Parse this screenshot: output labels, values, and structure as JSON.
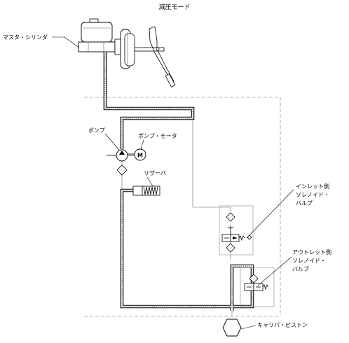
{
  "title": "減圧モード",
  "labels": {
    "master_cylinder": "マスタ・シリンダ",
    "pump": "ポンプ",
    "pump_motor": "ポンプ・モータ",
    "motor_symbol": "M",
    "reservoir": "リザーバ",
    "inlet_valve": [
      "インレット側",
      "ソレノイド・",
      "バルブ"
    ],
    "outlet_valve": [
      "アウトレット側",
      "ソレノイド・",
      "バルブ"
    ],
    "caliper_piston": "キャリパ・ピストン"
  }
}
